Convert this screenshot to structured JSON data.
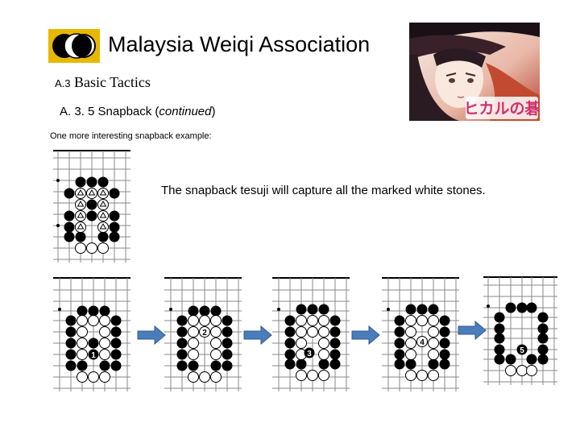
{
  "header": {
    "association_name": "Malaysia Weiqi Association",
    "logo_icon": "weiqi-stones-logo-icon",
    "banner_text": "ヒカルの碁"
  },
  "section": {
    "number": "A.3",
    "title": "Basic Tactics"
  },
  "subsection": {
    "number": "A. 3. 5",
    "title": "Snapback",
    "qualifier": "continued"
  },
  "intro": "One more interesting snapback example:",
  "caption": "The snapback tesuji will capture all the marked white stones.",
  "move_numbers": [
    "1",
    "2",
    "3",
    "4",
    "5"
  ],
  "colors": {
    "arrow": "#4a7ebb",
    "black_stone": "#000000",
    "white_stone": "#ffffff",
    "grid": "#888888"
  }
}
